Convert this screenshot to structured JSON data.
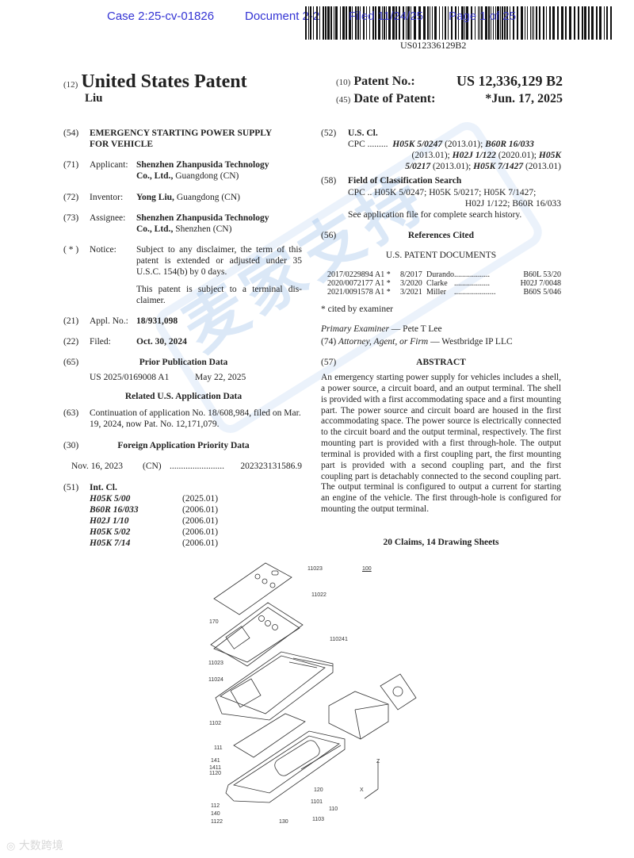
{
  "court_header": {
    "case": "Case 2:25-cv-01826",
    "document": "Document 2-2",
    "filed": "Filed 11/24/25",
    "page": "Page 1 of 25"
  },
  "barcode_text": "US012336129B2",
  "header": {
    "code12": "(12)",
    "title": "United States Patent",
    "inventor_short": "Liu",
    "code10": "(10)",
    "patent_no_label": "Patent No.:",
    "patent_no": "US 12,336,129 B2",
    "code45": "(45)",
    "date_label": "Date of Patent:",
    "date": "*Jun. 17, 2025"
  },
  "left": {
    "f54": {
      "code": "(54)",
      "title_l1": "EMERGENCY STARTING POWER SUPPLY",
      "title_l2": "FOR VEHICLE"
    },
    "f71": {
      "code": "(71)",
      "label": "Applicant:",
      "name_l1": "Shenzhen Zhanpusida Technology",
      "name_l2": "Co., Ltd.,",
      "loc": " Guangdong (CN)"
    },
    "f72": {
      "code": "(72)",
      "label": "Inventor:",
      "name": "Yong Liu,",
      "loc": " Guangdong (CN)"
    },
    "f73": {
      "code": "(73)",
      "label": "Assignee:",
      "name_l1": "Shenzhen Zhanpusida Technology",
      "name_l2": "Co., Ltd.,",
      "loc": " Shenzhen (CN)"
    },
    "notice": {
      "code": "( * )",
      "label": "Notice:",
      "p1": "Subject to any disclaimer, the term of this patent is extended or adjusted under 35 U.S.C. 154(b) by 0 days.",
      "p2": "This patent is subject to a terminal dis-claimer."
    },
    "f21": {
      "code": "(21)",
      "label": "Appl. No.:",
      "value": "18/931,098"
    },
    "f22": {
      "code": "(22)",
      "label": "Filed:",
      "value": "Oct. 30, 2024"
    },
    "f65": {
      "code": "(65)",
      "heading": "Prior Publication Data",
      "pub": "US 2025/0169008 A1",
      "pub_date": "May 22, 2025"
    },
    "related": {
      "heading": "Related U.S. Application Data"
    },
    "f63": {
      "code": "(63)",
      "text": "Continuation of application No. 18/608,984, filed on Mar. 19, 2024, now Pat. No. 12,171,079."
    },
    "f30": {
      "code": "(30)",
      "heading": "Foreign Application Priority Data",
      "date": "Nov. 16, 2023",
      "country": "(CN)",
      "dots": "........................",
      "number": "202323131586.9"
    },
    "f51": {
      "code": "(51)",
      "heading": "Int. Cl.",
      "items": [
        {
          "cls": "H05K 5/00",
          "ver": "(2025.01)"
        },
        {
          "cls": "B60R 16/033",
          "ver": "(2006.01)"
        },
        {
          "cls": "H02J 1/10",
          "ver": "(2006.01)"
        },
        {
          "cls": "H05K 5/02",
          "ver": "(2006.01)"
        },
        {
          "cls": "H05K 7/14",
          "ver": "(2006.01)"
        }
      ]
    }
  },
  "right": {
    "f52": {
      "code": "(52)",
      "heading": "U.S. Cl.",
      "cpc": "CPC",
      "dots": ".........",
      "c1": "H05K 5/0247",
      "v1": " (2013.01); ",
      "c2": "B60R 16/033",
      "v2": "(2013.01); ",
      "c3": "H02J 1/122",
      "v3": " (2020.01); ",
      "c4a": "H05K",
      "c4b": "5/0217",
      "v4": " (2013.01); ",
      "c5": "H05K 7/1427",
      "v5": " (2013.01)"
    },
    "f58": {
      "code": "(58)",
      "heading": "Field of Classification Search",
      "l1": "CPC .. H05K 5/0247; H05K 5/0217; H05K 7/1427;",
      "l2": "H02J 1/122; B60R 16/033",
      "l3": "See application file for complete search history."
    },
    "f56": {
      "code": "(56)",
      "heading": "References Cited",
      "sub": "U.S. PATENT DOCUMENTS",
      "refs": [
        {
          "no": "2017/0229894",
          "kind": "A1 *",
          "date": "8/2017",
          "name": "Durando",
          "dots": "..................",
          "cls": "B60L 53/20"
        },
        {
          "no": "2020/0072177",
          "kind": "A1 *",
          "date": "3/2020",
          "name": "Clarke",
          "dots": "..................",
          "cls": "H02J 7/0048"
        },
        {
          "no": "2021/0091578",
          "kind": "A1 *",
          "date": "3/2021",
          "name": "Miller",
          "dots": ".....................",
          "cls": "B60S 5/046"
        }
      ],
      "cited": "* cited by examiner"
    },
    "examiner": {
      "label": "Primary Examiner",
      "sep": " — ",
      "name": "Pete T Lee"
    },
    "f74": {
      "code": "(74)",
      "label": "Attorney, Agent, or Firm",
      "sep": " — ",
      "name": "Westbridge IP LLC"
    },
    "f57": {
      "code": "(57)",
      "heading": "ABSTRACT",
      "text": "An emergency starting power supply for vehicles includes a shell, a power source, a circuit board, and an output terminal. The shell is provided with a first accommodating space and a first mounting part. The power source and circuit board are housed in the first accommodating space. The power source is electrically connected to the circuit board and the output terminal, respectively. The first mounting part is provided with a first through-hole. The output terminal is provided with a first coupling part, the first mounting part is provided with a second coupling part, and the first coupling part is detachably connected to the second coupling part. The output terminal is configured to output a current for starting an engine of the vehicle. The first through-hole is configured for mounting the output terminal."
    },
    "claims": "20 Claims, 14 Drawing Sheets"
  },
  "drawing": {
    "labels": [
      "11023",
      "100",
      "11022",
      "170",
      "110241",
      "11023",
      "11024",
      "1102",
      "111",
      "141",
      "1411",
      "1120",
      "120",
      "1101",
      "110",
      "1103",
      "112",
      "140",
      "1122",
      "130",
      "Z",
      "X"
    ]
  },
  "watermark": "麦家支持",
  "corner_logo": "大数跨境"
}
